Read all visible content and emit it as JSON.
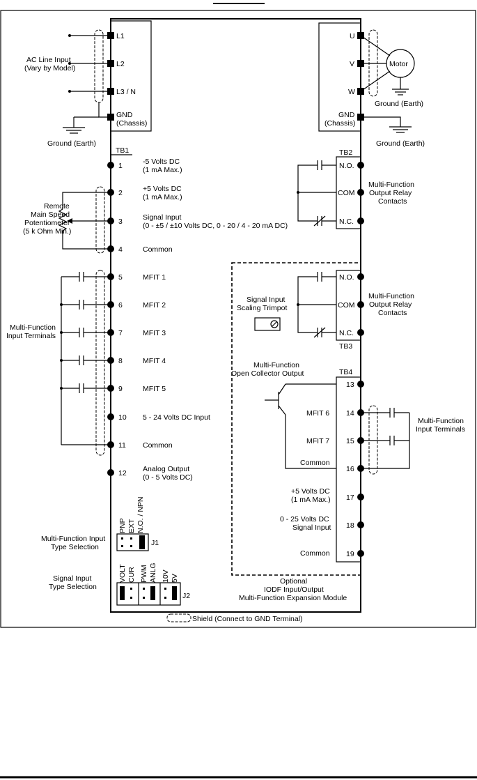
{
  "ac_input": {
    "label1": "AC Line Input",
    "label2": "(Vary by Model)",
    "l1": "L1",
    "l2": "L2",
    "l3": "L3 / N",
    "gnd": "GND",
    "chassis": "(Chassis)",
    "ground": "Ground (Earth)"
  },
  "motor": {
    "u": "U",
    "v": "V",
    "w": "W",
    "label": "Motor",
    "ground": "Ground (Earth)",
    "gnd": "GND",
    "chassis": "(Chassis)",
    "ground2": "Ground (Earth)"
  },
  "tb1": {
    "title": "TB1",
    "terminals": [
      {
        "num": "1",
        "desc1": "-5 Volts DC",
        "desc2": "(1 mA Max.)"
      },
      {
        "num": "2",
        "desc1": "+5 Volts DC",
        "desc2": "(1 mA Max.)"
      },
      {
        "num": "3",
        "desc1": "Signal Input",
        "desc2": "(0 - ±5 / ±10 Volts DC, 0 - 20 / 4 - 20 mA DC)"
      },
      {
        "num": "4",
        "desc1": "Common",
        "desc2": ""
      },
      {
        "num": "5",
        "desc1": "MFIT 1",
        "desc2": ""
      },
      {
        "num": "6",
        "desc1": "MFIT 2",
        "desc2": ""
      },
      {
        "num": "7",
        "desc1": "MFIT 3",
        "desc2": ""
      },
      {
        "num": "8",
        "desc1": "MFIT 4",
        "desc2": ""
      },
      {
        "num": "9",
        "desc1": "MFIT 5",
        "desc2": ""
      },
      {
        "num": "10",
        "desc1": "5 - 24 Volts DC Input",
        "desc2": ""
      },
      {
        "num": "11",
        "desc1": "Common",
        "desc2": ""
      },
      {
        "num": "12",
        "desc1": "Analog Output",
        "desc2": "(0 - 5 Volts DC)"
      }
    ]
  },
  "pot": {
    "l1": "Remote",
    "l2": "Main Speed",
    "l3": "Potentiometer",
    "l4": "(5 k Ohm Min.)"
  },
  "mfit_left": {
    "l1": "Multi-Function",
    "l2": "Input Terminals"
  },
  "tb2": {
    "title": "TB2",
    "no": "N.O.",
    "com": "COM",
    "nc": "N.C.",
    "l1": "Multi-Function",
    "l2": "Output Relay",
    "l3": "Contacts"
  },
  "tb3": {
    "title": "TB3",
    "no": "N.O.",
    "com": "COM",
    "nc": "N.C.",
    "l1": "Multi-Function",
    "l2": "Output Relay",
    "l3": "Contacts"
  },
  "trimpot": {
    "l1": "Signal Input",
    "l2": "Scaling Trimpot"
  },
  "tb4": {
    "title": "TB4",
    "oc1": "Multi-Function",
    "oc2": "Open Collector Output",
    "mfit6": "MFIT 6",
    "mfit7": "MFIT 7",
    "common": "Common",
    "v5a": "+5 Volts DC",
    "v5b": "(1 mA Max.)",
    "sig1": "0 - 25 Volts DC",
    "sig2": "Signal Input",
    "common2": "Common",
    "nums": [
      "13",
      "14",
      "15",
      "16",
      "17",
      "18",
      "19"
    ],
    "right1": "Multi-Function",
    "right2": "Input Terminals"
  },
  "j1": {
    "name": "J1",
    "pnp": "PNP",
    "ext": "EXT",
    "no_npn": "N.O. / NPN",
    "l1": "Multi-Function Input",
    "l2": "Type Selection"
  },
  "j2": {
    "name": "J2",
    "volt": "VOLT",
    "cur": "CUR",
    "pwm": "PWM",
    "anlg": "ANLG",
    "v10": "10V",
    "v5": "5V",
    "l1": "Signal Input",
    "l2": "Type Selection"
  },
  "module": {
    "l1": "Optional",
    "l2": "IODF Input/Output",
    "l3": "Multi-Function Expansion Module"
  },
  "legend": "Shield (Connect to GND Terminal)"
}
